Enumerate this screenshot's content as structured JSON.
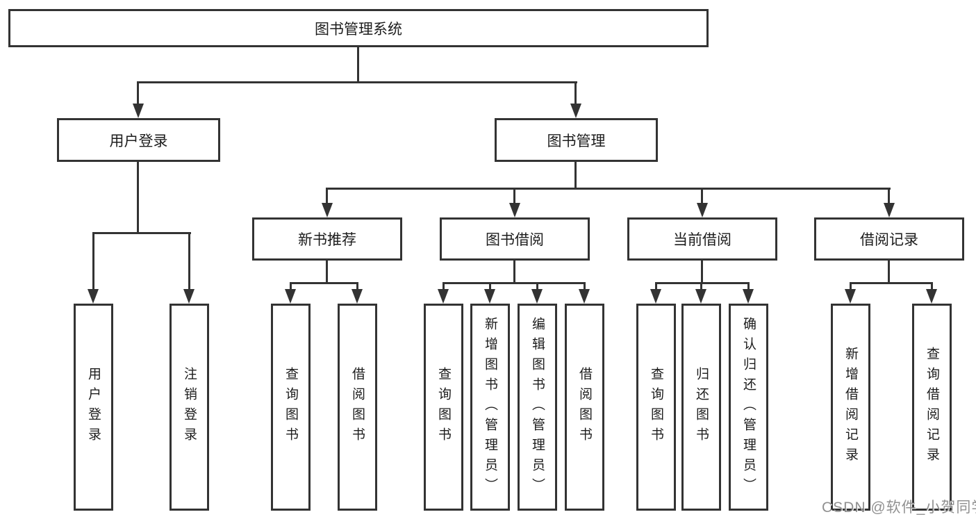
{
  "diagram": {
    "root": {
      "label": "图书管理系统"
    },
    "user_login": {
      "label": "用户登录",
      "children": [
        {
          "label": "用户登录"
        },
        {
          "label": "注销登录"
        }
      ]
    },
    "book_management": {
      "label": "图书管理",
      "sections": [
        {
          "label": "新书推荐",
          "children": [
            {
              "label": "查询图书"
            },
            {
              "label": "借阅图书"
            }
          ]
        },
        {
          "label": "图书借阅",
          "children": [
            {
              "label": "查询图书"
            },
            {
              "label": "新增图书（管理员）"
            },
            {
              "label": "编辑图书（管理员）"
            },
            {
              "label": "借阅图书"
            }
          ]
        },
        {
          "label": "当前借阅",
          "children": [
            {
              "label": "查询图书"
            },
            {
              "label": "归还图书"
            },
            {
              "label": "确认归还（管理员）"
            }
          ]
        },
        {
          "label": "借阅记录",
          "children": [
            {
              "label": "新增借阅记录"
            },
            {
              "label": "查询借阅记录"
            }
          ]
        }
      ]
    },
    "colors": {
      "line": "#333333",
      "text": "#1c1c1c",
      "background": "#ffffff",
      "watermark": "#7d7d7d"
    },
    "watermark": "CSDN @软件_小贺同学"
  }
}
